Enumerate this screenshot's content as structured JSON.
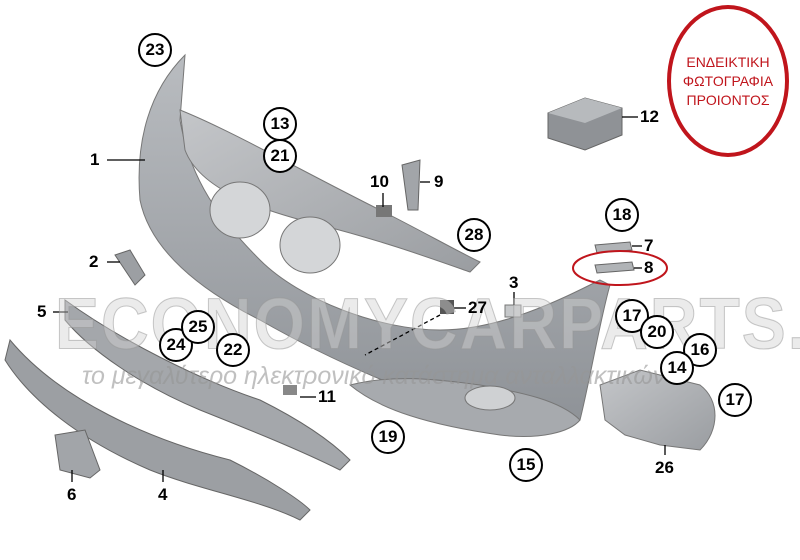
{
  "stamp": {
    "lines": [
      "ΕΝΔΕΙΚΤΙΚΗ",
      "ΦΩΤΟΓΡΑΦΙΑ",
      "ΠΡΟΙΟΝΤΟΣ"
    ],
    "color": "#c0151c"
  },
  "watermark": {
    "brand": "ECONOMYCARPARTS.GR",
    "tagline": "το μεγαλύτερο ηλεκτρονικό κατάστημα ανταλλακτικών"
  },
  "circled_labels": [
    "23",
    "13",
    "21",
    "28",
    "18",
    "17",
    "20",
    "16",
    "14",
    "17",
    "24",
    "25",
    "22",
    "19",
    "15"
  ],
  "plain_labels": [
    "1",
    "2",
    "5",
    "10",
    "9",
    "12",
    "7",
    "8",
    "3",
    "27",
    "11",
    "6",
    "4",
    "26"
  ],
  "highlight": {
    "part": "8",
    "color": "#c0151c"
  }
}
